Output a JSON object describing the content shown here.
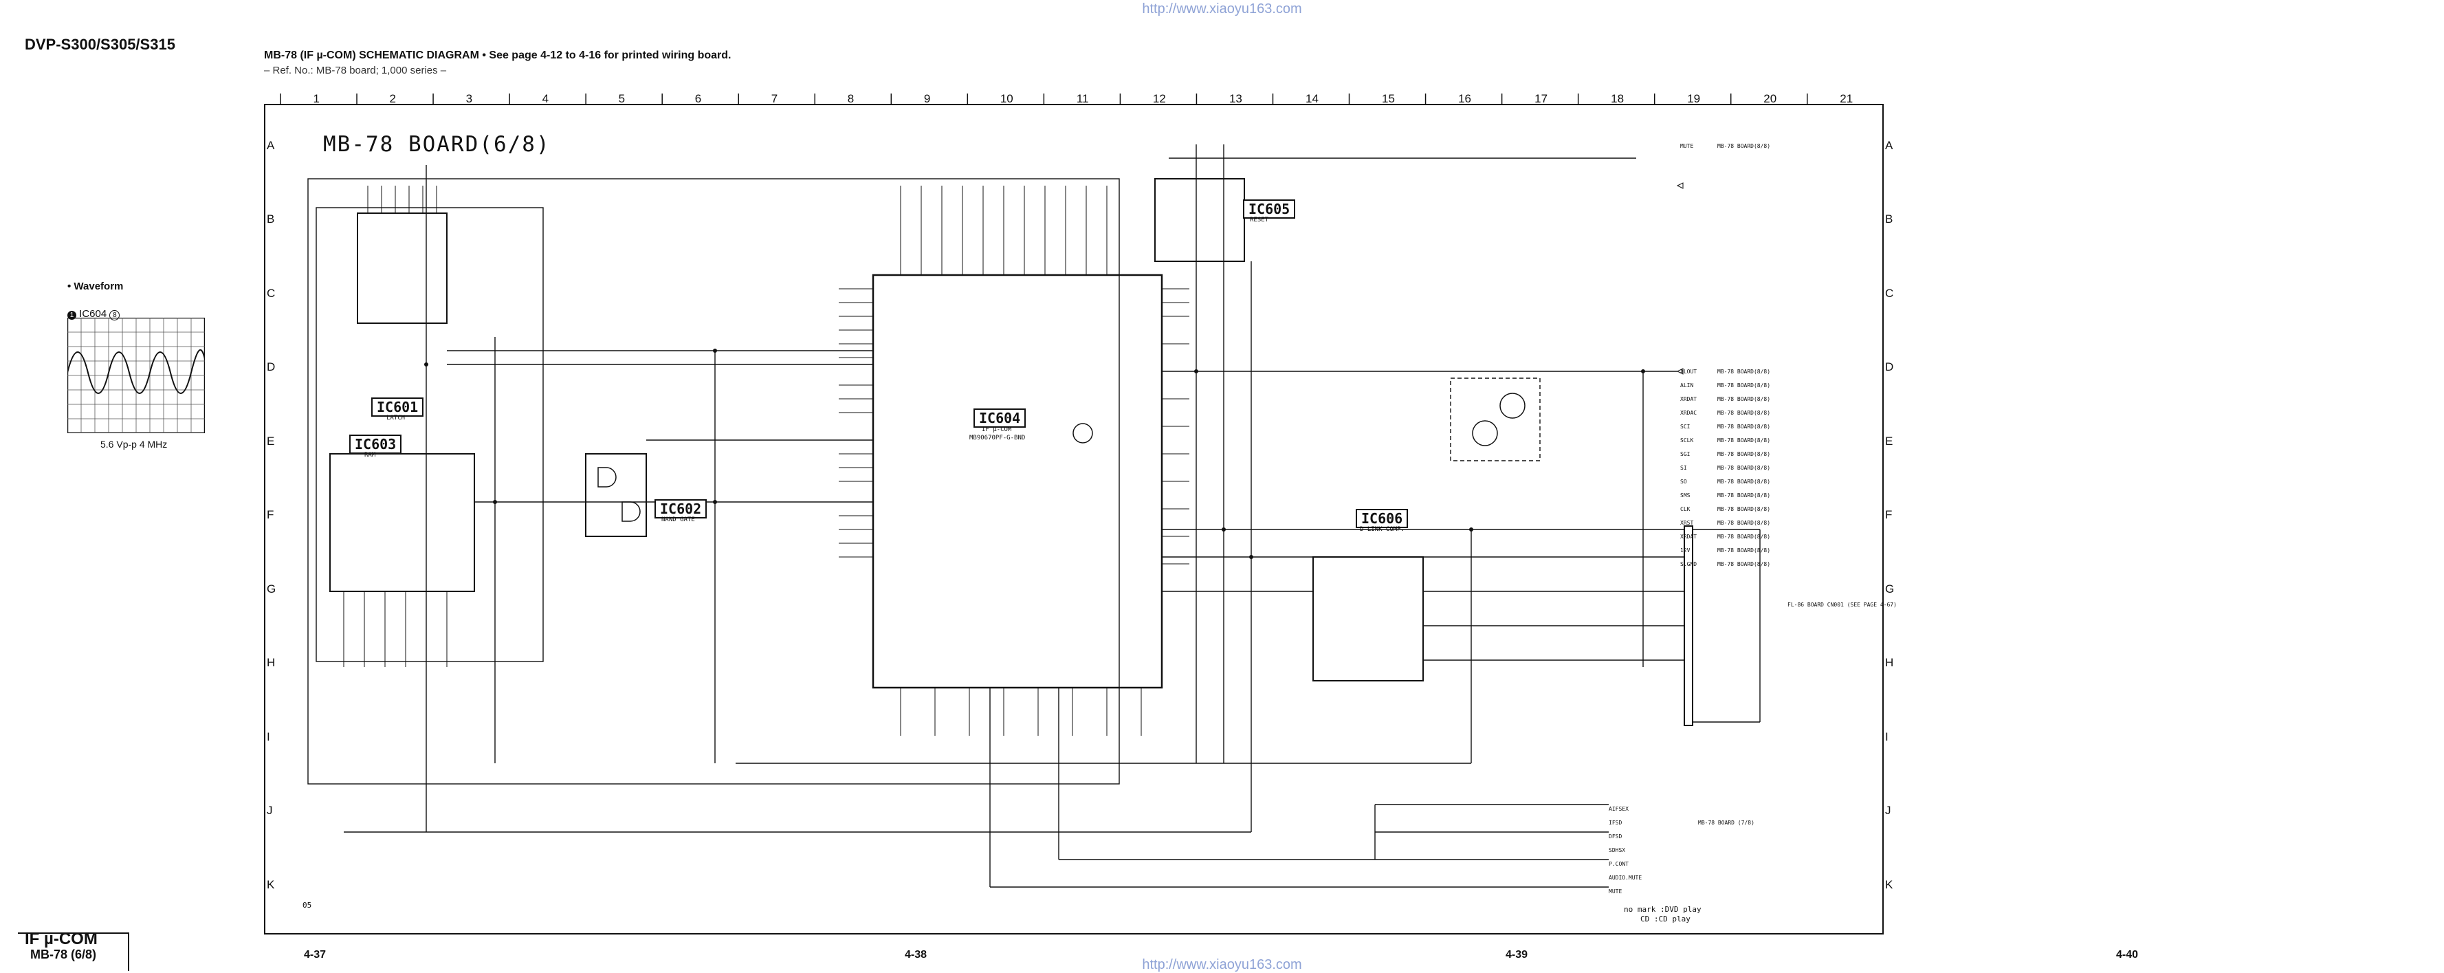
{
  "header": {
    "model": "DVP-S300/S305/S315",
    "url": "http://www.xiaoyu163.com",
    "title": "MB-78 (IF  µ-COM) SCHEMATIC DIAGRAM   • See page 4-12 to 4-16 for printed wiring board.",
    "ref": "– Ref. No.: MB-78 board; 1,000 series –"
  },
  "waveform": {
    "heading": "• Waveform",
    "label": "IC604",
    "label_num": "1",
    "label_pin": "8",
    "caption": "5.6 Vp-p   4 MHz"
  },
  "ruler": {
    "columns": [
      "1",
      "2",
      "3",
      "4",
      "5",
      "6",
      "7",
      "8",
      "9",
      "10",
      "11",
      "12",
      "13",
      "14",
      "15",
      "16",
      "17",
      "18",
      "19",
      "20",
      "21"
    ],
    "rows": [
      "A",
      "B",
      "C",
      "D",
      "E",
      "F",
      "G",
      "H",
      "I",
      "J",
      "K"
    ]
  },
  "schematic": {
    "board_title": "MB-78 BOARD(6/8)",
    "ics": [
      {
        "ref": "IC601",
        "name": "LATCH"
      },
      {
        "ref": "IC603",
        "name": "RAM"
      },
      {
        "ref": "IC602",
        "name": "NAND GATE"
      },
      {
        "ref": "IC604",
        "name": "IF µ-COM"
      },
      {
        "ref": "IC605",
        "name": "RESET"
      },
      {
        "ref": "IC606",
        "name": "D-LINK COMP."
      }
    ],
    "ic604_part": "MB90670PF-G-BND",
    "right_signals": [
      "MUTE",
      "ALOUT",
      "ALIN",
      "XRDAT",
      "XRDAC",
      "SCI",
      "SCLK",
      "SGI",
      "SI",
      "SO",
      "SMS",
      "CLK",
      "XRST",
      "XRDAT",
      "12V",
      "S.GND"
    ],
    "right_signal_ref": "MB-78 BOARD(8/8)",
    "right_conn_ref": "FL-86 BOARD CN001 (SEE PAGE 4-67)",
    "bottom_right_signals": [
      "AIFSEX",
      "IFSD",
      "DFSD",
      "SDHSX",
      "P.CONT",
      "AUDIO.MUTE",
      "MUTE"
    ],
    "bottom_right_ref": "MB-78 BOARD (7/8)",
    "note_line1": "no mark :DVD play",
    "note_line2": "CD     :CD play",
    "corner_code": "05"
  },
  "footer": {
    "pages": [
      "4-37",
      "4-38",
      "4-39",
      "4-40"
    ],
    "corner_title": "IF  µ-COM",
    "corner_sub": "MB-78 (6/8)"
  },
  "colors": {
    "ink": "#111111",
    "link": "#8fa3d6",
    "watermark": "#eeeeee"
  }
}
